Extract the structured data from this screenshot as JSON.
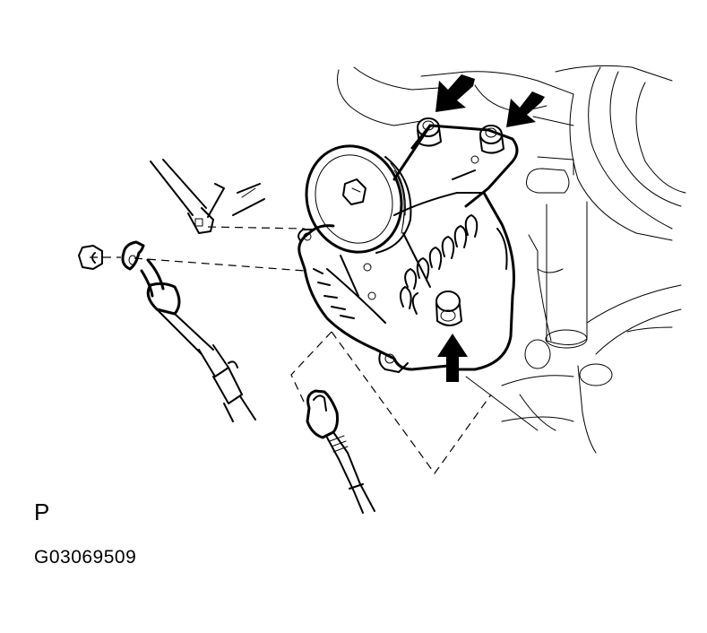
{
  "figure": {
    "view_label": "P",
    "figure_id": "G03069509",
    "subject": "alternator removal illustration",
    "arrows": [
      {
        "name": "upper-left-bolt-arrow",
        "direction": "down-left"
      },
      {
        "name": "upper-right-bolt-arrow",
        "direction": "down-left"
      },
      {
        "name": "lower-bolt-arrow",
        "direction": "up"
      }
    ],
    "colors": {
      "line": "#000000",
      "background": "#ffffff"
    }
  }
}
